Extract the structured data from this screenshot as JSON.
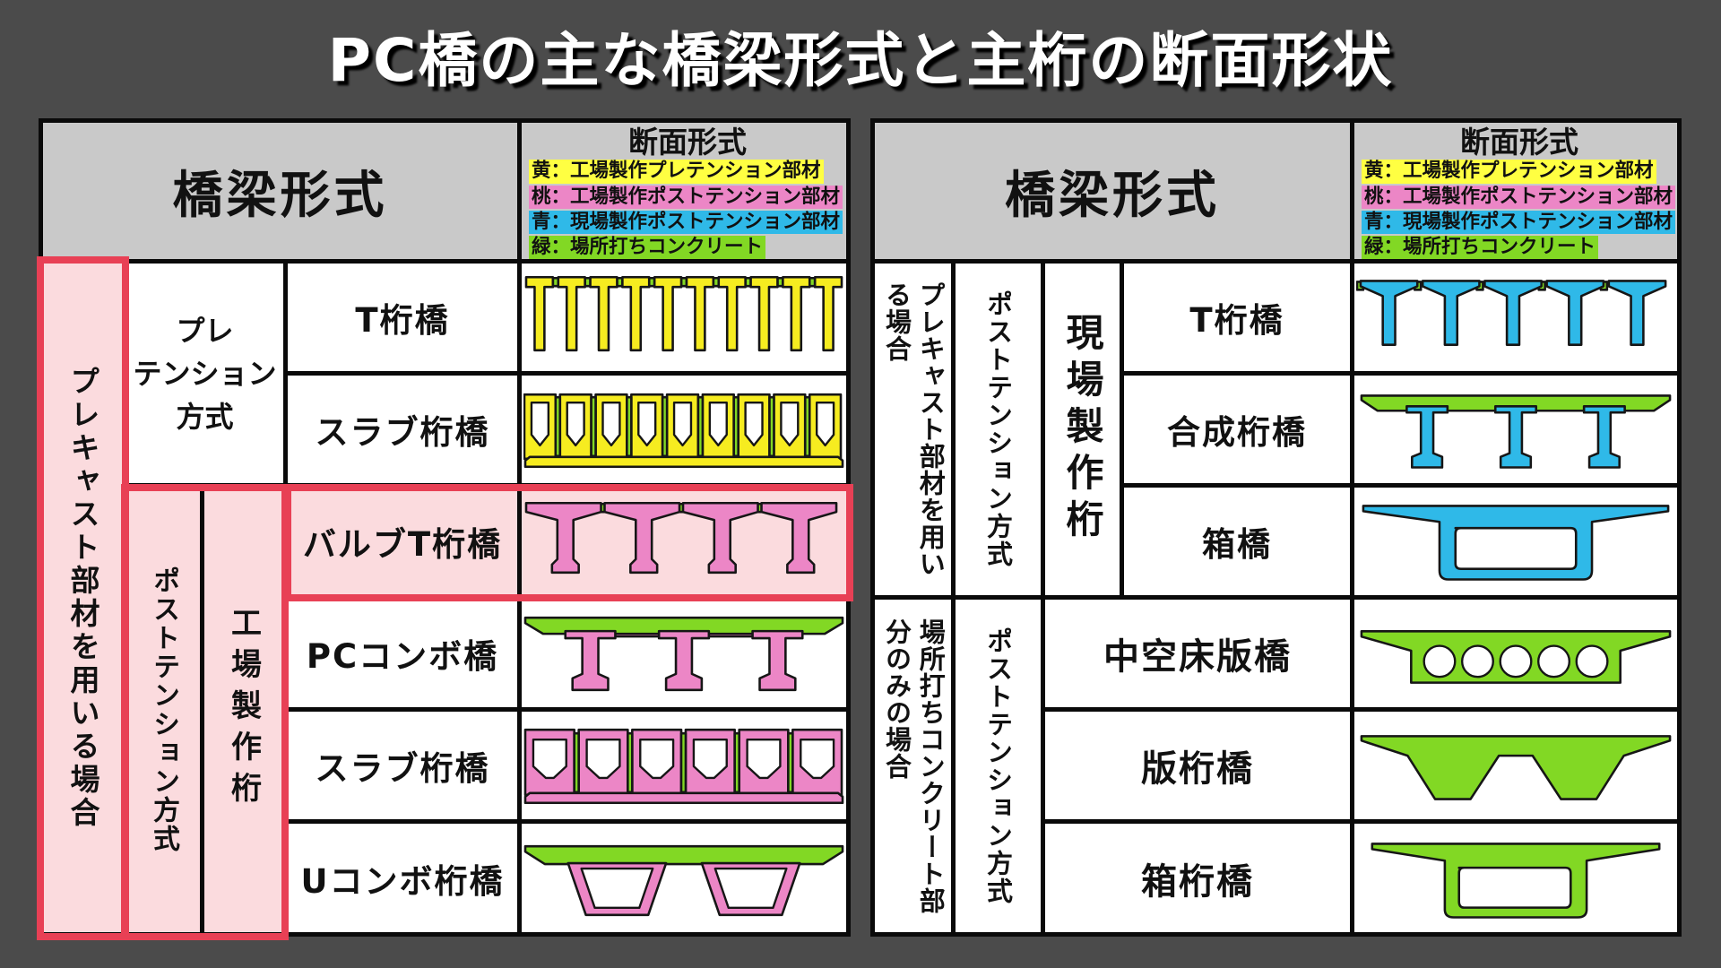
{
  "title": "PC橋の主な橋梁形式と主桁の断面形状",
  "legend": {
    "header": "断面形式",
    "items": [
      {
        "key": "yellow",
        "label": "黄：工場製作プレテンション部材"
      },
      {
        "key": "pink",
        "label": "桃：工場製作ポストテンション部材"
      },
      {
        "key": "blue",
        "label": "青：現場製作ポストテンション部材"
      },
      {
        "key": "green",
        "label": "緑：場所打ちコンクリート"
      }
    ]
  },
  "left_table": {
    "header": "橋梁形式",
    "group": "プレキャスト部材を用いる場合",
    "pretension": "プレ\nテンション\n方式",
    "posttension": "ポストテンション方式",
    "factory": "工場製作桁",
    "rows": [
      {
        "name": "T桁橋"
      },
      {
        "name": "スラブ桁橋"
      },
      {
        "name": "バルブT桁橋",
        "highlight": true
      },
      {
        "name": "PCコンボ橋"
      },
      {
        "name": "スラブ桁橋"
      },
      {
        "name": "Uコンボ桁橋"
      }
    ]
  },
  "right_table": {
    "header": "橋梁形式",
    "group1": "プレキャスト部材を用いる場合",
    "group1_method": "ポストテンション方式",
    "group1_make": "現場製作桁",
    "group2": "場所打ちコンクリート部分のみの場合",
    "group2_method": "ポストテンション方式",
    "rows_group1": [
      {
        "name": "T桁橋"
      },
      {
        "name": "合成桁橋"
      },
      {
        "name": "箱橋"
      }
    ],
    "rows_group2": [
      {
        "name": "中空床版橋"
      },
      {
        "name": "版桁橋"
      },
      {
        "name": "箱桁橋"
      }
    ]
  },
  "colors": {
    "yellow": "#f6ec20",
    "legendYellow": "#ffff42",
    "pink": "#ec86c6",
    "blue": "#2fb9e8",
    "green": "#82d824",
    "cellPink": "#fbdbde",
    "red": "#e84055",
    "headerGray": "#c9c9c9",
    "background": "#4b4b4b",
    "line": "#0a0a0a"
  }
}
